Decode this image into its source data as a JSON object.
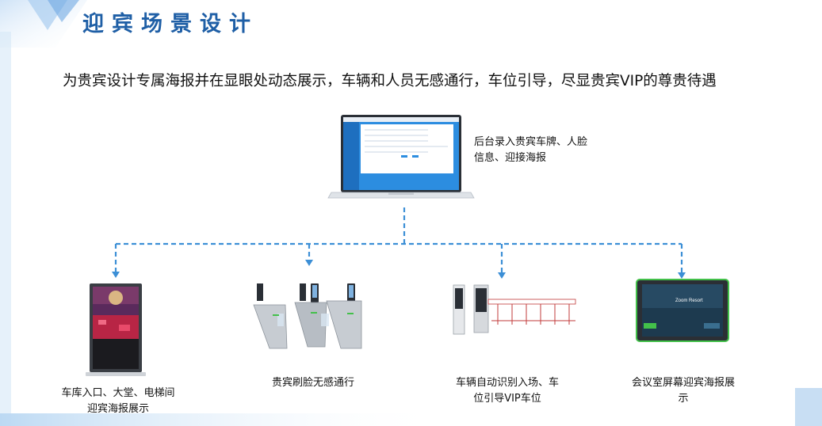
{
  "header": {
    "title": "迎宾场景设计",
    "subtitle": "为贵宾设计专属海报并在显眼处动态展示，车辆和人员无感通行，车位引导，尽显贵宾VIP的尊贵待遇"
  },
  "backend": {
    "description": "后台录入贵宾车牌、人脸信息、迎接海报"
  },
  "endpoints": [
    {
      "caption": "车库入口、大堂、电梯间迎宾海报展示"
    },
    {
      "caption": "贵宾刷脸无感通行"
    },
    {
      "caption": "车辆自动识别入场、车位引导VIP车位"
    },
    {
      "caption": "会议室屏幕迎宾海报展示"
    }
  ],
  "meeting_screen": {
    "brand": "Zoom Resort"
  },
  "colors": {
    "title": "#1f5fa6",
    "connector": "#3c8fd6",
    "screen_blue": "#2c8de0"
  }
}
